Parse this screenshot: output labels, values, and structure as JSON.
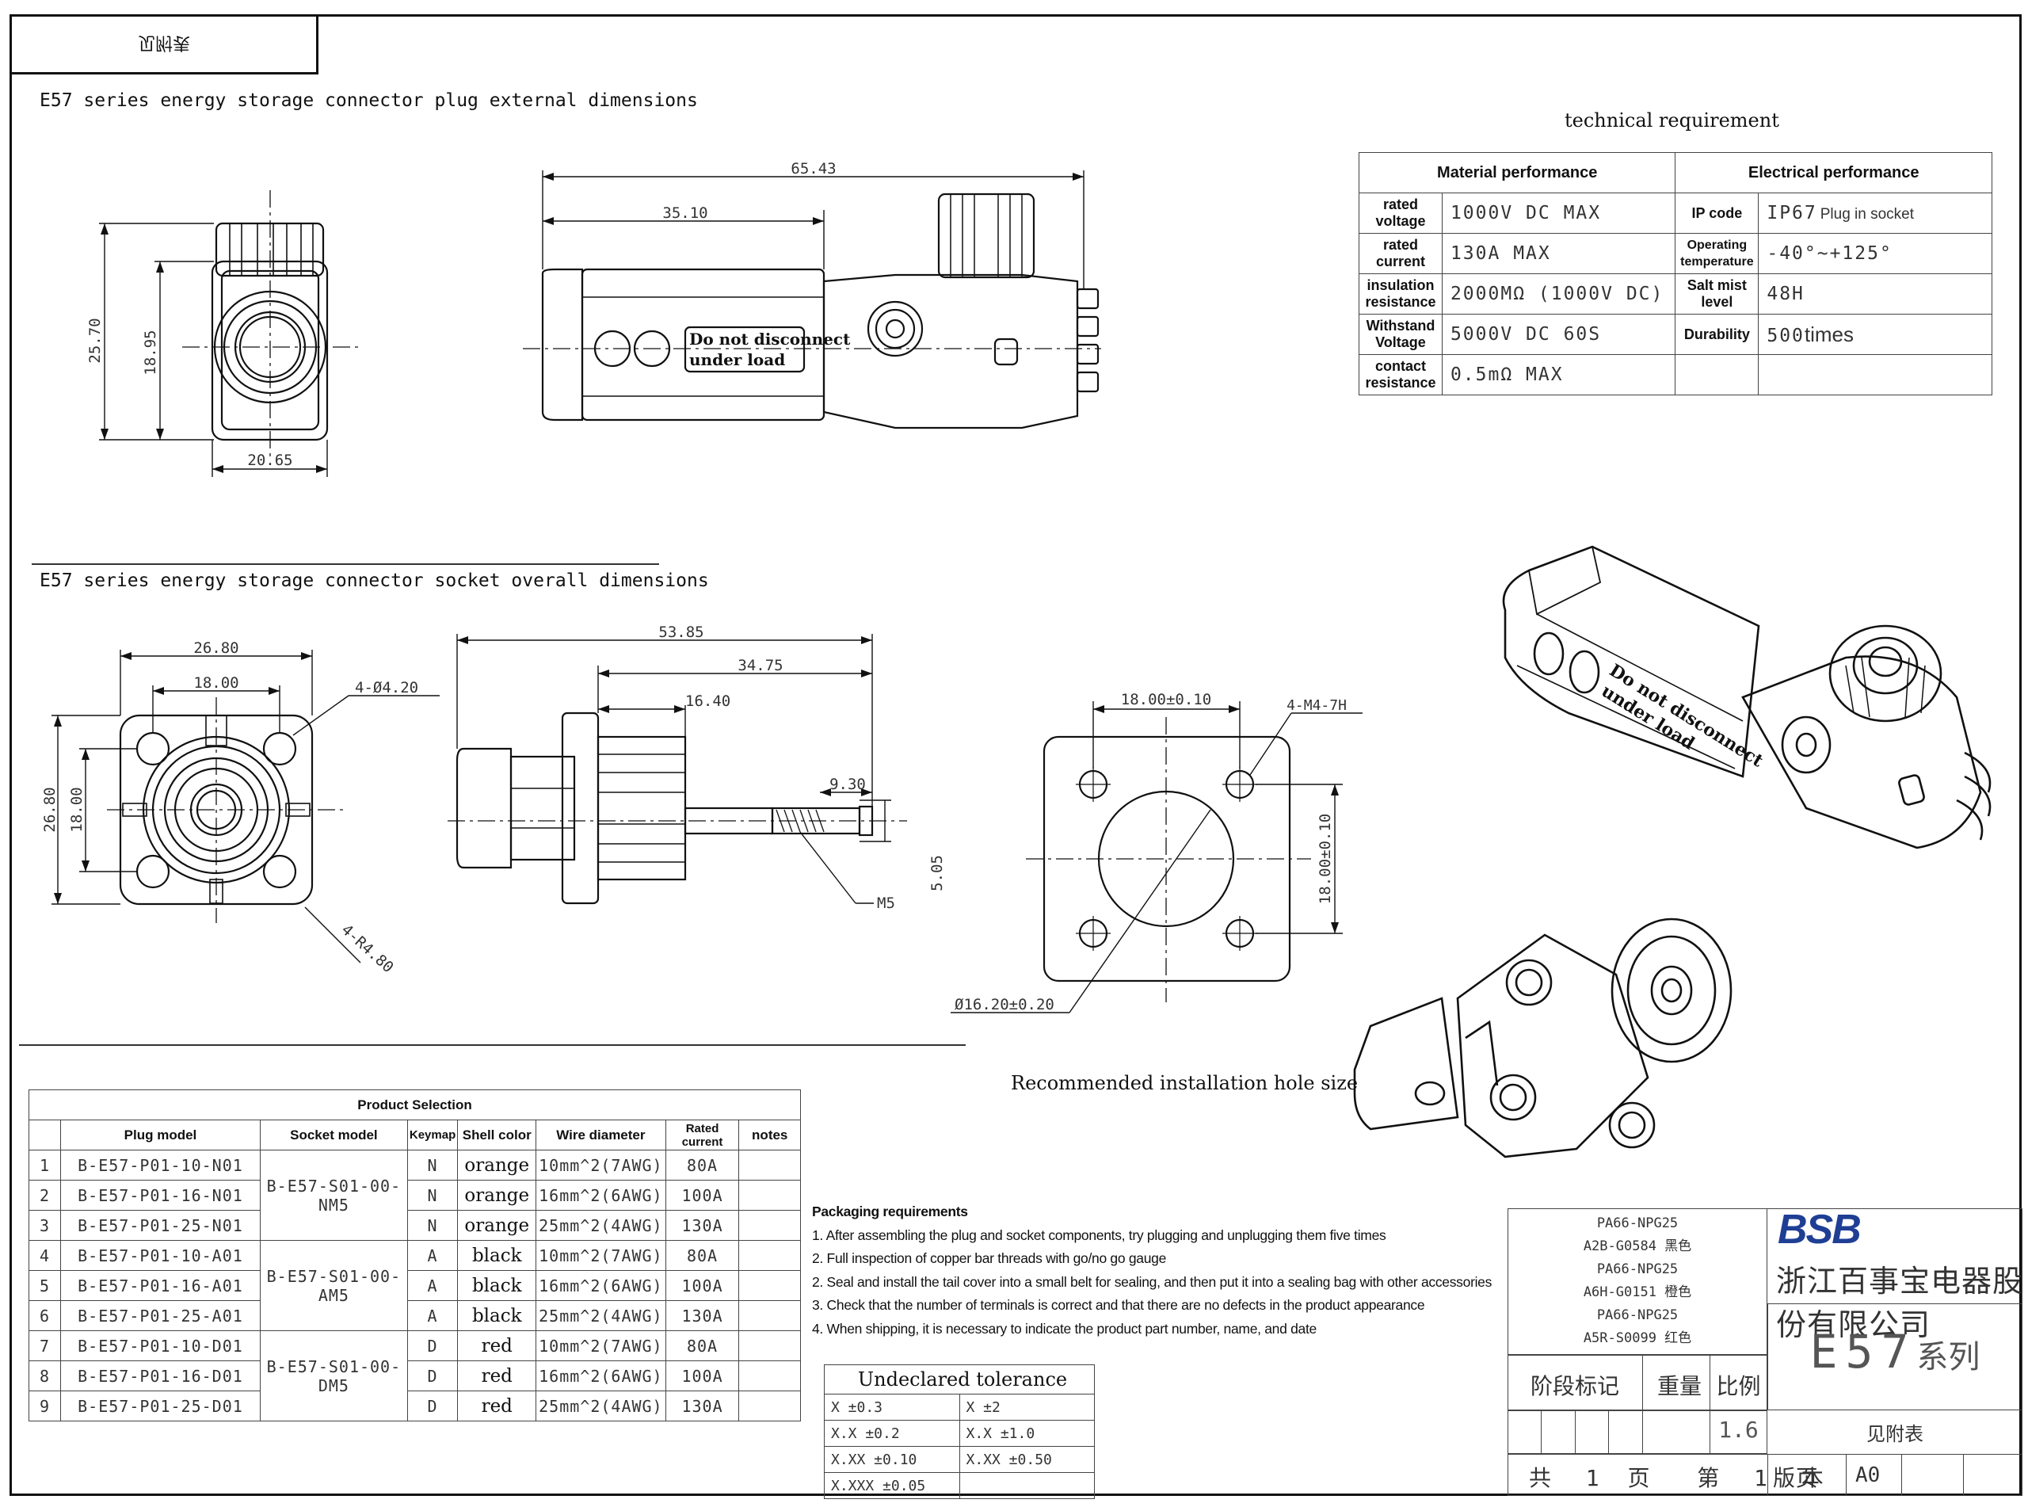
{
  "top_tab": "见附表",
  "plug_section_title": "E57 series energy storage connector plug external dimensions",
  "socket_section_title": "E57 series energy storage connector socket overall dimensions",
  "install_caption": "Recommended installation hole size",
  "warning_label": [
    "Do not disconnect",
    "under load"
  ],
  "dims": {
    "plug_front": {
      "height_outer": "25.70",
      "height_inner": "18.95",
      "width": "20.65"
    },
    "plug_side": {
      "total": "65.43",
      "partial": "35.10"
    },
    "socket_front": {
      "width_outer": "26.80",
      "width_inner": "18.00",
      "holes": "4-Ø4.20",
      "height_outer": "26.80",
      "height_inner": "18.00",
      "radius": "4-R4.80"
    },
    "socket_side": {
      "total": "53.85",
      "d1": "34.75",
      "d2": "16.40",
      "d3": "9.30",
      "d4": "5.05",
      "thread": "M5"
    },
    "hole_pattern": {
      "width": "18.00±0.10",
      "height": "18.00±0.10",
      "tapped": "4-M4-7H",
      "diameter": "Ø16.20±0.20"
    }
  },
  "tech": {
    "title": "technical requirement",
    "headers": [
      "Material performance",
      "Electrical performance"
    ],
    "rows": [
      {
        "l1": "rated voltage",
        "v1": "1000V DC MAX",
        "l2": "IP code",
        "v2": "IP67",
        "v2_suffix": "Plug in socket"
      },
      {
        "l1": "rated current",
        "v1": "130A MAX",
        "l2": "Operating temperature",
        "v2": "-40°~+125°",
        "v2_suffix": ""
      },
      {
        "l1": "insulation resistance",
        "v1": "2000MΩ (1000V DC)",
        "l2": "Salt mist level",
        "v2": "48H",
        "v2_suffix": ""
      },
      {
        "l1": "Withstand Voltage",
        "v1": "5000V DC 60S",
        "l2": "Durability",
        "v2": "500",
        "v2_suffix": "times"
      },
      {
        "l1": "contact resistance",
        "v1": "0.5mΩ MAX",
        "l2": "",
        "v2": "",
        "v2_suffix": ""
      }
    ]
  },
  "product": {
    "title": "Product Selection",
    "headers": [
      "",
      "Plug model",
      "Socket model",
      "Keymap",
      "Shell color",
      "Wire diameter",
      "Rated current",
      "notes"
    ],
    "rows": [
      {
        "n": "1",
        "plug": "B-E57-P01-10-N01",
        "key": "N",
        "color": "orange",
        "wire": "10mm^2(7AWG)",
        "current": "80A"
      },
      {
        "n": "2",
        "plug": "B-E57-P01-16-N01",
        "key": "N",
        "color": "orange",
        "wire": "16mm^2(6AWG)",
        "current": "100A"
      },
      {
        "n": "3",
        "plug": "B-E57-P01-25-N01",
        "key": "N",
        "color": "orange",
        "wire": "25mm^2(4AWG)",
        "current": "130A"
      },
      {
        "n": "4",
        "plug": "B-E57-P01-10-A01",
        "key": "A",
        "color": "black",
        "wire": "10mm^2(7AWG)",
        "current": "80A"
      },
      {
        "n": "5",
        "plug": "B-E57-P01-16-A01",
        "key": "A",
        "color": "black",
        "wire": "16mm^2(6AWG)",
        "current": "100A"
      },
      {
        "n": "6",
        "plug": "B-E57-P01-25-A01",
        "key": "A",
        "color": "black",
        "wire": "25mm^2(4AWG)",
        "current": "130A"
      },
      {
        "n": "7",
        "plug": "B-E57-P01-10-D01",
        "key": "D",
        "color": "red",
        "wire": "10mm^2(7AWG)",
        "current": "80A"
      },
      {
        "n": "8",
        "plug": "B-E57-P01-16-D01",
        "key": "D",
        "color": "red",
        "wire": "16mm^2(6AWG)",
        "current": "100A"
      },
      {
        "n": "9",
        "plug": "B-E57-P01-25-D01",
        "key": "D",
        "color": "red",
        "wire": "25mm^2(4AWG)",
        "current": "130A"
      }
    ],
    "socket_models": [
      "B-E57-S01-00-NM5",
      "B-E57-S01-00-AM5",
      "B-E57-S01-00-DM5"
    ]
  },
  "packaging": {
    "title": "Packaging requirements",
    "items": [
      "1. After assembling the plug and socket components, try plugging and unplugging them five times",
      "2. Full inspection of copper bar threads with go/no go gauge",
      "2. Seal and install the tail cover into a small belt for sealing, and then put it into a sealing bag with other accessories",
      "3. Check that the number of terminals is correct and that there are no defects in the product appearance",
      "4. When shipping, it is necessary to indicate the product part number, name, and date"
    ]
  },
  "tolerance": {
    "title": "Undeclared tolerance",
    "rows": [
      [
        "X ±0.3",
        "X ±2"
      ],
      [
        "X.X ±0.2",
        "X.X ±1.0"
      ],
      [
        "X.XX ±0.10",
        "X.XX ±0.50"
      ],
      [
        "X.XXX ±0.05",
        ""
      ]
    ]
  },
  "title_block": {
    "materials": [
      "PA66-NPG25",
      "A2B-G0584 黑色",
      "PA66-NPG25",
      "A6H-G0151 橙色",
      "PA66-NPG25",
      "A5R-S0099 红色"
    ],
    "logo": "BSB",
    "company": "浙江百事宝电器股份有限公司",
    "series_code": "E57",
    "series_suffix": "系列",
    "stage_mark": "阶段标记",
    "weight": "重量",
    "scale": "比例",
    "scale_value": "1.6",
    "see_table": "见附表",
    "total_label": "共",
    "total_pages": "1",
    "page_unit": "页",
    "page_label": "第",
    "page_no": "1",
    "page_unit2": "页",
    "version_label": "版 本",
    "version": "A0"
  }
}
